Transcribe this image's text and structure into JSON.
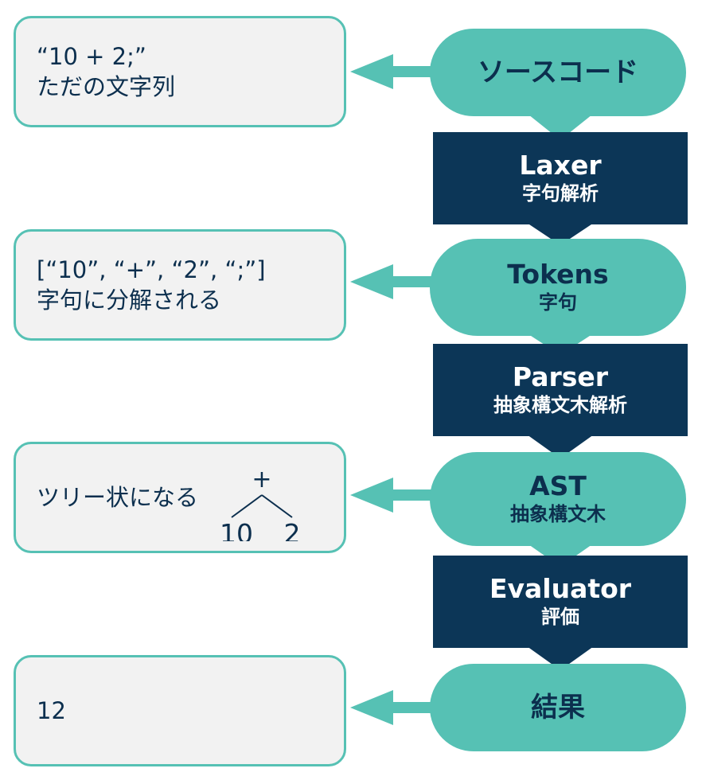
{
  "stages": {
    "source": {
      "label": "ソースコード"
    },
    "lexer": {
      "en": "Laxer",
      "jp": "字句解析"
    },
    "tokens": {
      "en": "Tokens",
      "jp": "字句"
    },
    "parser": {
      "en": "Parser",
      "jp": "抽象構文木解析"
    },
    "ast": {
      "en": "AST",
      "jp": "抽象構文木"
    },
    "evaluator": {
      "en": "Evaluator",
      "jp": "評価"
    },
    "result": {
      "label": "結果"
    }
  },
  "notes": {
    "source": {
      "line1": "“10 + 2;”",
      "line2": "ただの文字列"
    },
    "tokens": {
      "line1": "[“10”, “+”, “2”, “;”]",
      "line2": "字句に分解される"
    },
    "ast": {
      "text": "ツリー状になる",
      "tree_root": "+",
      "tree_left": "10",
      "tree_right": "2"
    },
    "result": {
      "text": "12"
    }
  },
  "colors": {
    "teal": "#56c1b4",
    "navy": "#0c3657",
    "note_bg": "#f2f2f2",
    "text_dark": "#0c2f4e"
  }
}
